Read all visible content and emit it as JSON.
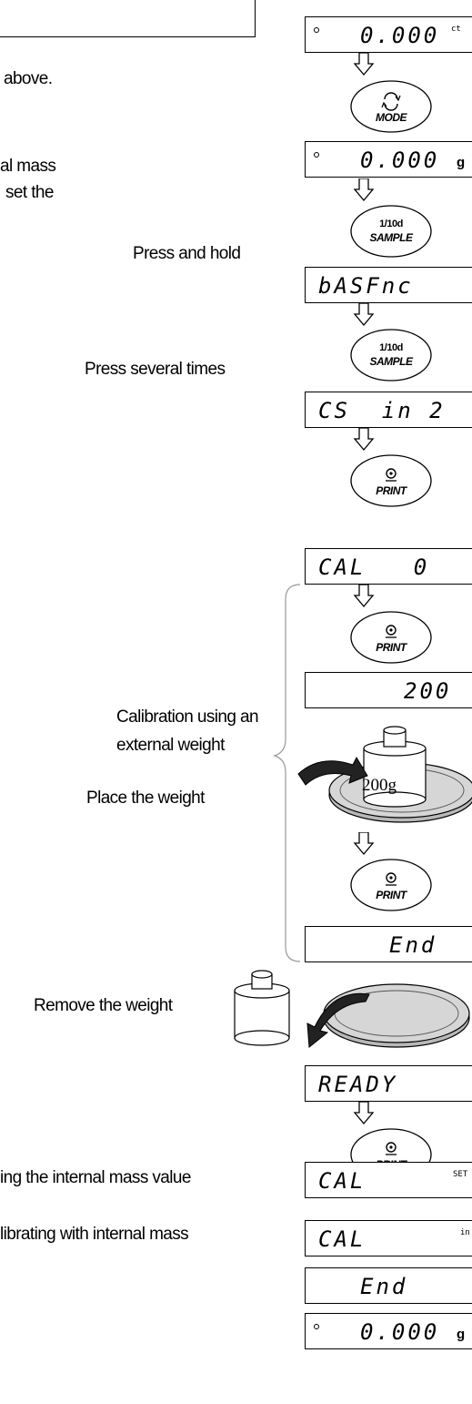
{
  "texts": {
    "above": "above.",
    "mass_line1": "al mass",
    "mass_line2": "set the",
    "press_hold": "Press and hold",
    "press_several": "Press several times",
    "calib_line1": "Calibration using an",
    "calib_line2": "external weight",
    "place_weight": "Place the weight",
    "remove_weight": "Remove the weight",
    "internal_value": "ing the internal mass value",
    "internal_calib": "librating with internal mass"
  },
  "displays": {
    "d1": {
      "text": "0.000",
      "suffix": "ct"
    },
    "d2": {
      "text": "0.000",
      "unit": "g"
    },
    "d3": {
      "text": "bASFnc"
    },
    "d4": {
      "text": "CS  in 2"
    },
    "d5": {
      "text": "CAL   0"
    },
    "d6": {
      "text": "200"
    },
    "d7": {
      "text": "End"
    },
    "d8": {
      "text": "READY"
    },
    "d9": {
      "text": "CAL",
      "suffix": "SET"
    },
    "d10": {
      "text": "CAL",
      "suffix": "in"
    },
    "d11": {
      "text": "End"
    },
    "d12": {
      "text": "0.000",
      "unit": "g"
    }
  },
  "keys": {
    "mode": {
      "label": "MODE"
    },
    "sample": {
      "top": "1/10d",
      "label": "SAMPLE"
    },
    "print": {
      "label": "PRINT"
    }
  },
  "weight": {
    "label": "200g"
  }
}
